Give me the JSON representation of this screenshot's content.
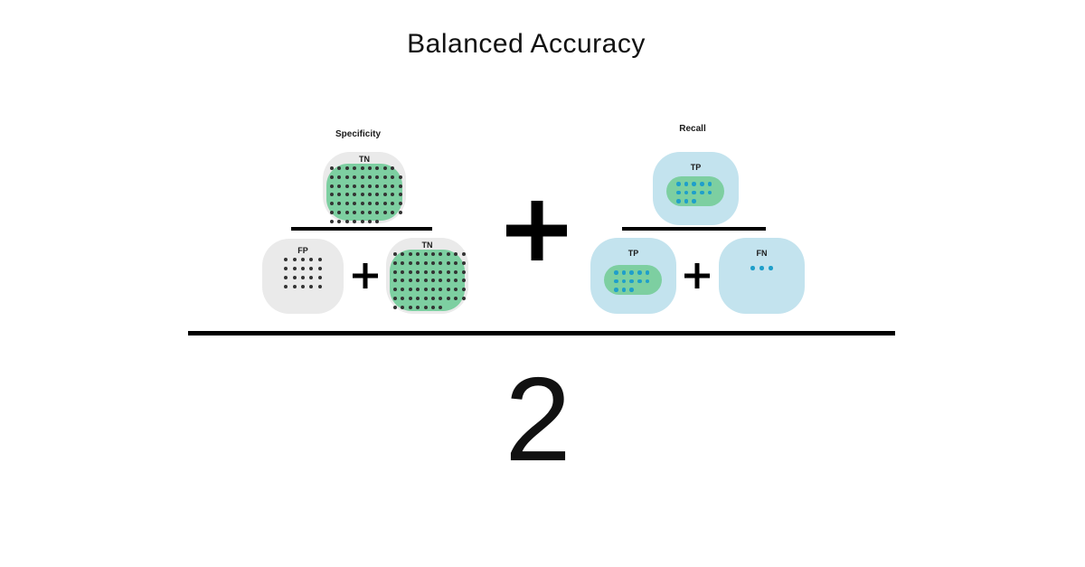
{
  "title": "Balanced Accuracy",
  "denominator": "2",
  "center_operator": "+",
  "left": {
    "heading": "Specificity",
    "operator": "+",
    "numerator_tn": {
      "label": "TN",
      "dot_rows": [
        9,
        10,
        10,
        10,
        10,
        10,
        7
      ]
    },
    "denominator_fp": {
      "label": "FP",
      "dot_rows": [
        5,
        5,
        5,
        5
      ]
    },
    "denominator_tn": {
      "label": "TN",
      "dot_rows": [
        10,
        10,
        10,
        10,
        10,
        10,
        7
      ]
    }
  },
  "right": {
    "heading": "Recall",
    "operator": "+",
    "numerator_tp": {
      "label": "TP",
      "dot_rows": [
        5,
        5,
        3
      ]
    },
    "denominator_tp": {
      "label": "TP",
      "dot_rows": [
        5,
        5,
        3
      ]
    },
    "denominator_fn": {
      "label": "FN",
      "dot_rows": [
        3
      ]
    }
  },
  "colors": {
    "gray_block": "#eaeaea",
    "blue_block": "#c3e3ee",
    "green_fill": "#7dcfa1",
    "blue_dot": "#1f9fca",
    "dark_dot": "#333333",
    "line_color": "#000000",
    "text_color": "#111111"
  }
}
